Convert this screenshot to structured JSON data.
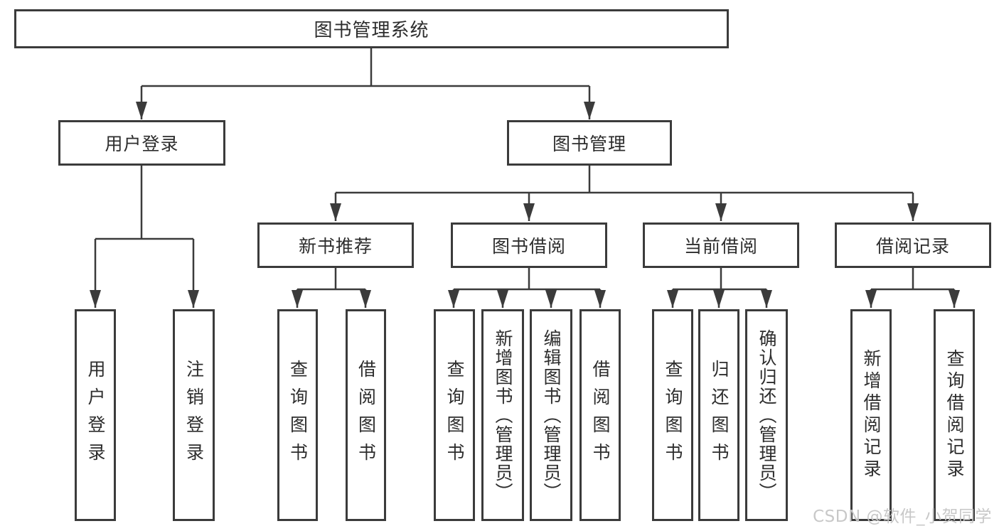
{
  "tree": {
    "label": "图书管理系统",
    "children": [
      {
        "label": "用户登录",
        "children": [
          {
            "label": "用户登录"
          },
          {
            "label": "注销登录"
          }
        ]
      },
      {
        "label": "图书管理",
        "children": [
          {
            "label": "新书推荐",
            "children": [
              {
                "label": "查询图书"
              },
              {
                "label": "借阅图书"
              }
            ]
          },
          {
            "label": "图书借阅",
            "children": [
              {
                "label": "查询图书"
              },
              {
                "label": "新增图书（管理员）"
              },
              {
                "label": "编辑图书（管理员）"
              },
              {
                "label": "借阅图书"
              }
            ]
          },
          {
            "label": "当前借阅",
            "children": [
              {
                "label": "查询图书"
              },
              {
                "label": "归还图书"
              },
              {
                "label": "确认归还（管理员）"
              }
            ]
          },
          {
            "label": "借阅记录",
            "children": [
              {
                "label": "新增借阅记录"
              },
              {
                "label": "查询借阅记录"
              }
            ]
          }
        ]
      }
    ]
  },
  "watermark": "CSDN @软件_小贺同学",
  "colors": {
    "line": "#3b3b3b",
    "text": "#2d2d2d",
    "background": "#ffffff",
    "watermark": "#c6c6c6"
  }
}
